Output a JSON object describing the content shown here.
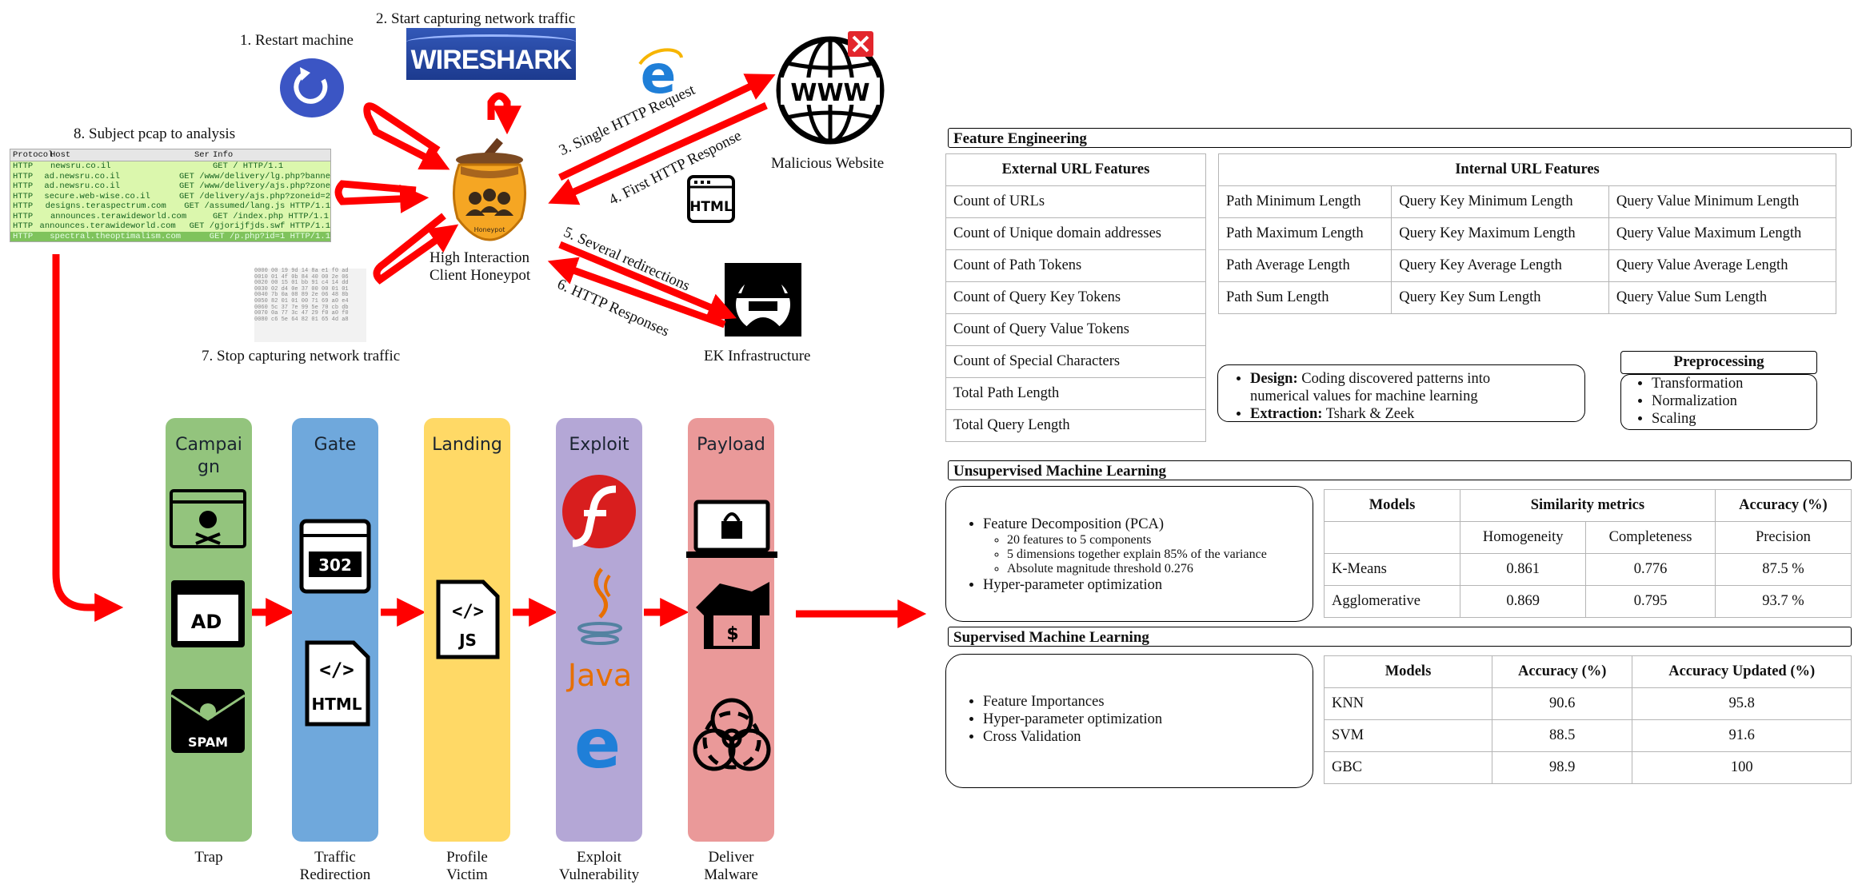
{
  "steps": {
    "s1": "1. Restart machine",
    "s2": "2. Start capturing network traffic",
    "s3": "3. Single HTTP Request",
    "s4": "4. First HTTP Response",
    "s5": "5. Several redirections",
    "s6": "6. HTTP Responses",
    "s7": "7. Stop capturing network traffic",
    "s8": "8. Subject pcap to analysis"
  },
  "wireshark_logo": "WIRESHARK",
  "honeypot": {
    "badge": "Honeypot",
    "label_line1": "High Interaction",
    "label_line2": "Client Honeypot"
  },
  "website": {
    "label": "Malicious Website",
    "globe_text": "WWW"
  },
  "html_doc_icon": "HTML",
  "ek_label": "EK Infrastructure",
  "pcap": {
    "headers": [
      "Protocol",
      "Host",
      "Ser",
      "Info"
    ],
    "rows": [
      [
        "HTTP",
        "newsru.co.il",
        "GET / HTTP/1.1"
      ],
      [
        "HTTP",
        "ad.newsru.co.il",
        "GET /www/delivery/lg.php?banne"
      ],
      [
        "HTTP",
        "ad.newsru.co.il",
        "GET /www/delivery/ajs.php?zone"
      ],
      [
        "HTTP",
        "secure.web-wise.co.il",
        "GET /delivery/ajs.php?zoneid=2"
      ],
      [
        "HTTP",
        "designs.teraspectrum.com",
        "GET /assumed/lang.js HTTP/1.1"
      ],
      [
        "HTTP",
        "announces.terawideworld.com",
        "GET /index.php HTTP/1.1"
      ],
      [
        "HTTP",
        "announces.terawideworld.com",
        "GET /gjorijfjds.swf HTTP/1.1"
      ],
      [
        "HTTP",
        "spectral.theoptimalism.com",
        "GET /p.php?id=1 HTTP/1.1"
      ]
    ]
  },
  "stages": [
    {
      "title": "Campaign",
      "bottom1": "Trap",
      "bottom2": "",
      "color": "#93c47d"
    },
    {
      "title": "Gate",
      "bottom1": "Traffic",
      "bottom2": "Redirection",
      "color": "#6fa8dc"
    },
    {
      "title": "Landing",
      "bottom1": "Profile",
      "bottom2": "Victim",
      "color": "#ffd966"
    },
    {
      "title": "Exploit",
      "bottom1": "Exploit",
      "bottom2": "Vulnerability",
      "color": "#b4a7d6"
    },
    {
      "title": "Payload",
      "bottom1": "Deliver",
      "bottom2": "Malware",
      "color": "#ea9999"
    }
  ],
  "icons": {
    "ad": "AD",
    "spam": "SPAM",
    "redirect": "302",
    "html": "HTML",
    "js": "JS",
    "java": "Java"
  },
  "feature_engineering": {
    "title": "Feature Engineering",
    "external_header": "External URL Features",
    "external": [
      "Count of URLs",
      "Count of Unique domain addresses",
      "Count of Path Tokens",
      "Count of Query Key Tokens",
      "Count of Query Value Tokens",
      "Count of Special Characters",
      "Total Path Length",
      "Total Query Length"
    ],
    "internal_header": "Internal URL Features",
    "internal": [
      [
        "Path Minimum Length",
        "Query Key Minimum Length",
        "Query Value Minimum Length"
      ],
      [
        "Path Maximum Length",
        "Query Key Maximum Length",
        "Query Value Maximum Length"
      ],
      [
        "Path Average Length",
        "Query Key Average Length",
        "Query Value Average Length"
      ],
      [
        "Path Sum Length",
        "Query Key Sum Length",
        "Query Value Sum Length"
      ]
    ],
    "design_label": "Design:",
    "design_text": " Coding discovered patterns into",
    "design_text2": "numerical values for machine learning",
    "extraction_label": "Extraction:",
    "extraction_text": " Tshark & Zeek",
    "preprocessing_title": "Preprocessing",
    "preprocessing": [
      "Transformation",
      "Normalization",
      "Scaling"
    ]
  },
  "unsupervised": {
    "title": "Unsupervised Machine Learning",
    "bullet1": "Feature Decomposition (PCA)",
    "sub": [
      "20 features to 5 components",
      "5 dimensions together explain 85% of the variance",
      "Absolute magnitude threshold 0.276"
    ],
    "bullet2": "Hyper-parameter optimization",
    "headers": {
      "models": "Models",
      "similarity": "Similarity metrics",
      "accuracy": "Accuracy (%)",
      "homogeneity": "Homogeneity",
      "completeness": "Completeness",
      "precision": "Precision"
    },
    "rows": [
      [
        "K-Means",
        "0.861",
        "0.776",
        "87.5 %"
      ],
      [
        "Agglomerative",
        "0.869",
        "0.795",
        "93.7 %"
      ]
    ]
  },
  "supervised": {
    "title": "Supervised Machine Learning",
    "bullets": [
      "Feature Importances",
      "Hyper-parameter optimization",
      "Cross Validation"
    ],
    "headers": [
      "Models",
      "Accuracy (%)",
      "Accuracy Updated (%)"
    ],
    "rows": [
      [
        "KNN",
        "90.6",
        "95.8"
      ],
      [
        "SVM",
        "88.5",
        "91.6"
      ],
      [
        "GBC",
        "98.9",
        "100"
      ]
    ]
  },
  "colors": {
    "arrow_red": "#ff0000",
    "honeypot_orange": "#f5a623",
    "flash_red": "#d81e1e",
    "java_orange": "#e76f00",
    "ie_blue": "#1f7fd8"
  }
}
